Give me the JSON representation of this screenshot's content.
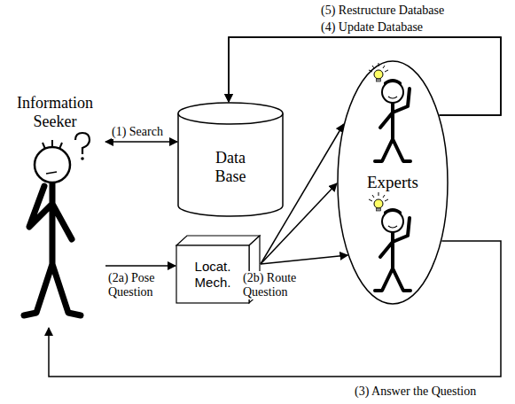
{
  "diagram": {
    "nodes": [
      {
        "text": [
          "Information Seeker"
        ]
      },
      {
        "text": [
          "Data Base"
        ]
      },
      {
        "text": [
          "Locat. Mech."
        ]
      },
      {
        "text": [
          "Experts"
        ]
      }
    ],
    "edges": [
      {
        "from": 0,
        "to": 1,
        "arrow": "both",
        "label": "(1) Search"
      },
      {
        "from": 0,
        "to": 2,
        "arrow": "to",
        "label": "(2a) Pose Question"
      },
      {
        "from": 2,
        "to": 3,
        "arrow": "to",
        "label": "(2b) Route Question"
      },
      {
        "from": 2,
        "to": 3,
        "arrow": "to"
      },
      {
        "from": 2,
        "to": 3,
        "arrow": "to"
      },
      {
        "from": 3,
        "to": 1,
        "arrow": "to",
        "label": "(5) Restructure Database"
      },
      {
        "from": 3,
        "to": 1,
        "arrow": "to",
        "label": "(4) Update Database"
      },
      {
        "from": 3,
        "to": 0,
        "arrow": "to",
        "label": "(3) Answer the Question"
      }
    ]
  }
}
